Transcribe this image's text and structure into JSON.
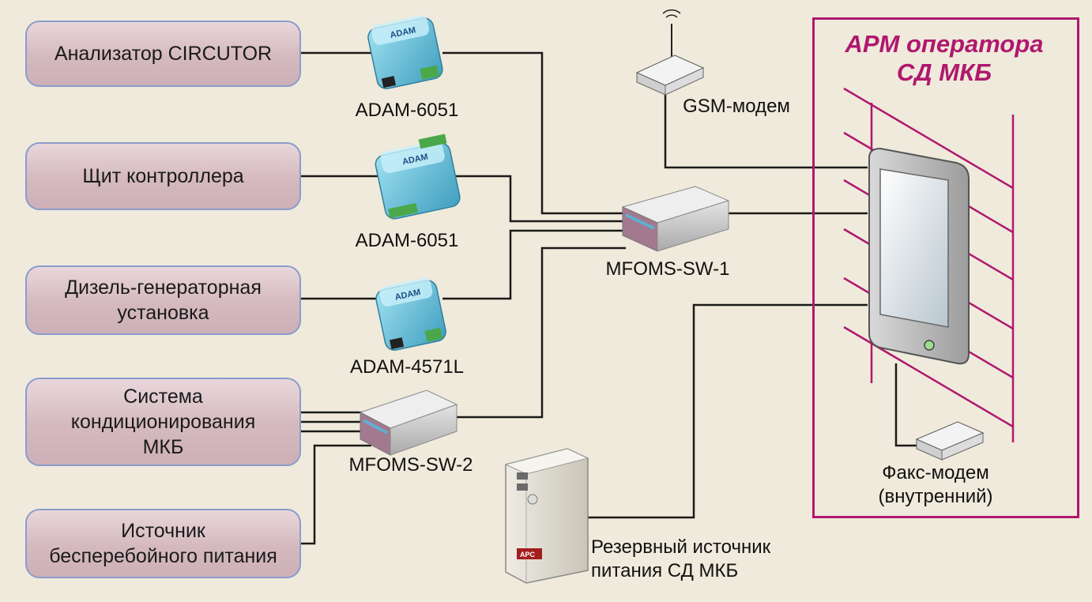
{
  "nodes": {
    "analyzer": "Анализатор CIRCUTOR",
    "controller_panel": "Щит контроллера",
    "diesel_generator": "Дизель-генераторная\nустановка",
    "air_conditioning": "Система\nкондиционирования\nМКБ",
    "ups_source": "Источник\nбесперебойного питания"
  },
  "devices": {
    "adam1": "ADAM-6051",
    "adam2": "ADAM-6051",
    "adam3": "ADAM-4571L",
    "switch1": "MFOMS-SW-1",
    "switch2": "MFOMS-SW-2",
    "gsm": "GSM-модем",
    "fax": "Факс-модем\n(внутренний)",
    "backup_power": "Резервный источник\nпитания СД МКБ",
    "adam_logo": "ADAM",
    "apc_logo": "APC"
  },
  "workstation": {
    "title": "АРМ оператора\nСД МКБ"
  },
  "colors": {
    "accent": "#b0186e",
    "node_border": "#8b9ccb",
    "node_fill": "#d9c1c6",
    "background": "#efeadb",
    "wire": "#1a1a1a"
  }
}
